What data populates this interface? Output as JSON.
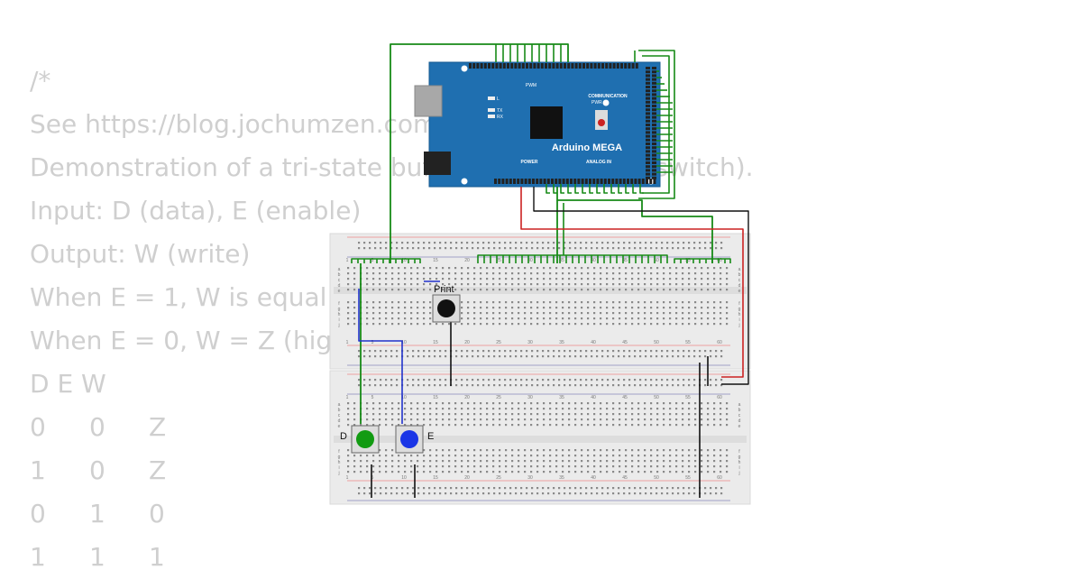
{
  "comment": {
    "lines": [
      "/*",
      "See https://blog.jochumzen.com",
      "Demonstration of a tri-state buffer (a three-state switch).",
      "Input: D (data), E (enable)",
      "Output: W (write)",
      "When E = 1, W is equal to D",
      "When E = 0, W = Z (high impedance, \"disconnected\")",
      "D E W"
    ],
    "table_rows": [
      [
        "0",
        "0",
        "Z"
      ],
      [
        "1",
        "0",
        "Z"
      ],
      [
        "0",
        "1",
        "0"
      ],
      [
        "1",
        "1",
        "1"
      ]
    ]
  },
  "arduino": {
    "name": "Arduino MEGA",
    "header_labels": {
      "pwm": "PWM",
      "communication": "COMMUNICATION",
      "power": "POWER",
      "analog_in": "ANALOG IN",
      "pwr_led": "PWR",
      "led_l": "L",
      "led_tx": "TX",
      "led_rx": "RX"
    },
    "colors": {
      "board": "#1f6fb0",
      "board_edge": "#165a90"
    }
  },
  "buttons": [
    {
      "label": "Print",
      "color": "#111111"
    },
    {
      "label": "D",
      "color": "#129b12"
    },
    {
      "label": "E",
      "color": "#1a35e6"
    }
  ],
  "breadboard": {
    "column_numbers": [
      "1",
      "5",
      "10",
      "15",
      "20",
      "25",
      "30",
      "35",
      "40",
      "45",
      "50",
      "55",
      "60"
    ],
    "row_letters": [
      "a",
      "b",
      "c",
      "d",
      "e",
      "f",
      "g",
      "h",
      "i",
      "j"
    ]
  },
  "wire_colors": {
    "green": "#178a17",
    "red": "#cc2222",
    "black": "#111111",
    "blue": "#2233cc"
  }
}
